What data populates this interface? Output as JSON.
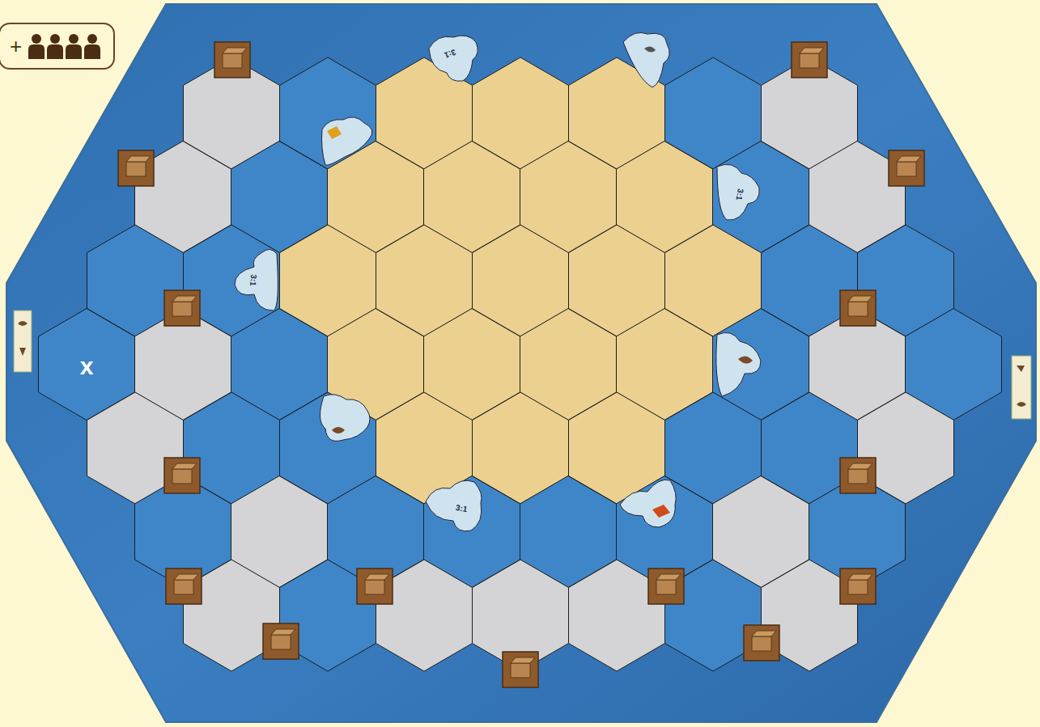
{
  "diagram": {
    "nodes": [
      {
        "text": [
          "+"
        ]
      }
    ],
    "labels": [
      "x",
      "3:1",
      "3:1",
      "3:1",
      "3:1"
    ]
  }
}
